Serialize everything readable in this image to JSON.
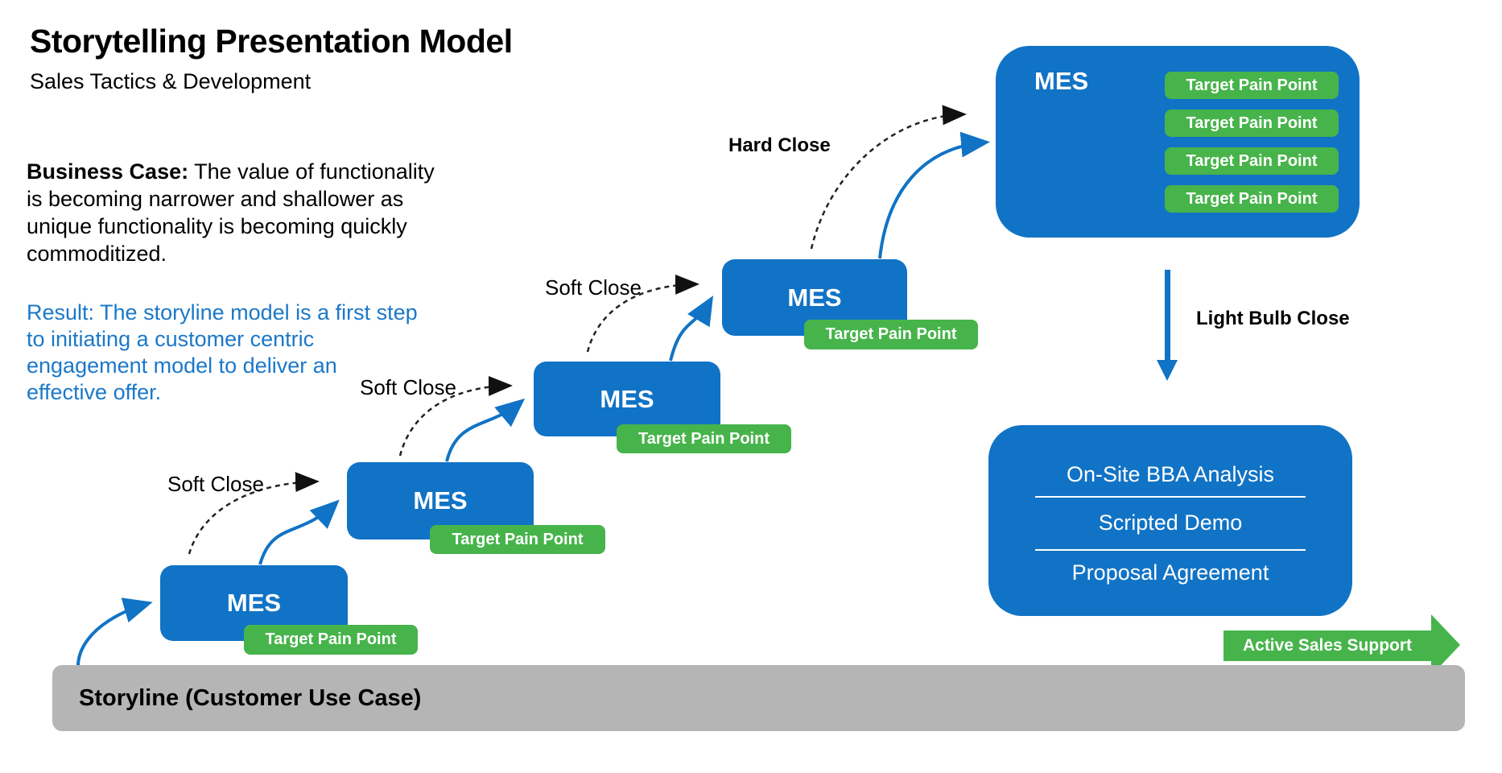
{
  "colors": {
    "primary_blue": "#1173C5",
    "green": "#47B44B",
    "result_text_blue": "#1B78C9",
    "storyline_gray": "#B5B5B5"
  },
  "header": {
    "title": "Storytelling Presentation Model",
    "subtitle": "Sales Tactics & Development"
  },
  "business_case": {
    "label": "Business Case:",
    "lines": [
      "The value of functionality",
      "is becoming narrower and shallower as",
      "unique functionality is becoming quickly",
      "commoditized."
    ]
  },
  "result": {
    "lines": [
      "Result: The storyline model is a first step",
      "to initiating a customer centric",
      "engagement model to deliver an",
      "effective offer."
    ]
  },
  "staircase": {
    "steps": [
      {
        "label": "MES",
        "pain_point": "Target Pain Point"
      },
      {
        "label": "MES",
        "pain_point": "Target Pain Point"
      },
      {
        "label": "MES",
        "pain_point": "Target Pain Point"
      },
      {
        "label": "MES",
        "pain_point": "Target Pain Point"
      }
    ],
    "transition_labels": {
      "soft_close_1": "Soft Close",
      "soft_close_2": "Soft Close",
      "soft_close_3": "Soft Close",
      "hard_close": "Hard Close"
    }
  },
  "final_box": {
    "label": "MES",
    "pain_points": [
      "Target Pain Point",
      "Target Pain Point",
      "Target Pain Point",
      "Target Pain Point"
    ]
  },
  "light_bulb_close": {
    "label": "Light Bulb Close"
  },
  "closing_box": {
    "items": [
      "On-Site BBA Analysis",
      "Scripted Demo",
      "Proposal Agreement"
    ]
  },
  "active_sales_arrow": {
    "label": "Active Sales Support"
  },
  "storyline_bar": {
    "label": "Storyline (Customer Use Case)"
  }
}
